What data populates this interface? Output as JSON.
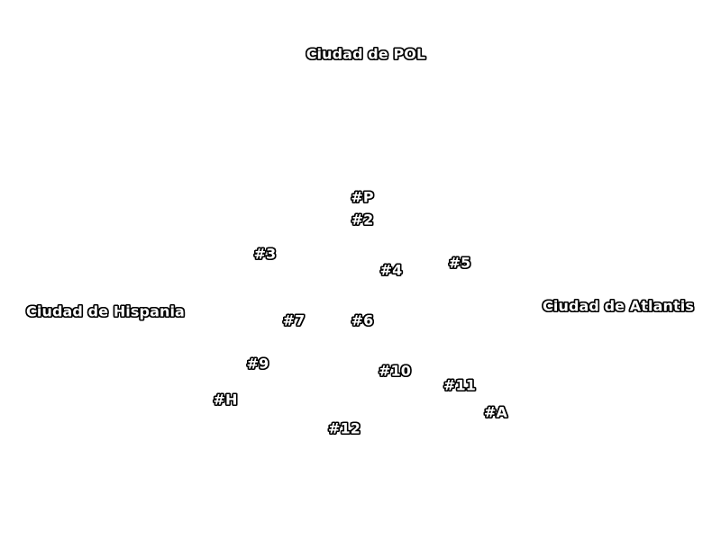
{
  "cities": {
    "pol": "Ciudad de POL",
    "hispania": "Ciudad de Hispania",
    "atlantis": "Ciudad de Atlantis"
  },
  "markers": {
    "p": "#P",
    "m2": "#2",
    "m3": "#3",
    "m4": "#4",
    "m5": "#5",
    "m6": "#6",
    "m7": "#7",
    "m9": "#9",
    "m10": "#10",
    "m11": "#11",
    "h": "#H",
    "a": "#A",
    "m12": "#12"
  },
  "colors": {
    "background": "#ffffff",
    "label_fill": "#ffffff",
    "label_outline": "#000000"
  }
}
